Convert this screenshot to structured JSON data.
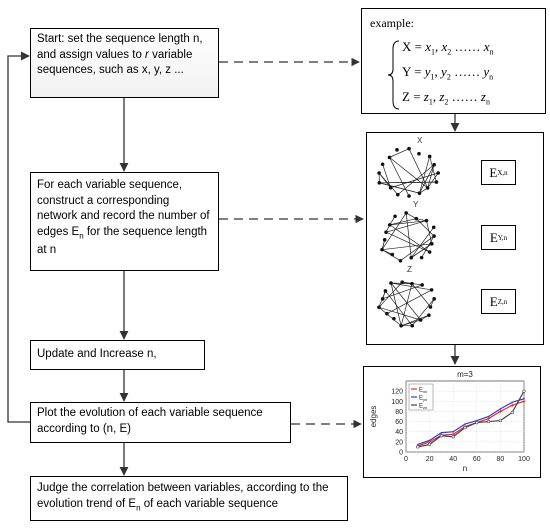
{
  "steps": {
    "start": {
      "prefix": "Start: set the sequence length n, and assign values to ",
      "r": "r",
      "suffix": " variable sequences, such as x, y, z ..."
    },
    "construct": {
      "prefix": "For each variable sequence, construct a corresponding network and record the number of edges E",
      "sub": "n",
      "suffix": " for the sequence length at n"
    },
    "update": "Update and Increase n,",
    "plot": "Plot the evolution of each variable sequence according to (n, E)",
    "judge": {
      "prefix": "Judge the correlation between variables, according to the evolution trend of E",
      "sub": "n",
      "suffix": " of each variable sequence"
    }
  },
  "example": {
    "title": "example:",
    "rows": [
      {
        "name": "X",
        "var": "x",
        "subs": [
          "1",
          "2",
          "n"
        ]
      },
      {
        "name": "Y",
        "var": "y",
        "subs": [
          "1",
          "2",
          "n"
        ]
      },
      {
        "name": "Z",
        "var": "z",
        "subs": [
          "1",
          "2",
          "n"
        ]
      }
    ],
    "eq": "=",
    "dots": "……"
  },
  "networks": [
    {
      "label": "X",
      "edges_label": {
        "main": "E",
        "sub": "X,n"
      }
    },
    {
      "label": "Y",
      "edges_label": {
        "main": "E",
        "sub": "Y,n"
      }
    },
    {
      "label": "Z",
      "edges_label": {
        "main": "E",
        "sub": "Z,n"
      }
    }
  ],
  "chart_data": {
    "type": "line",
    "title": "m=3",
    "xlabel": "n",
    "ylabel": "edges",
    "xlim": [
      0,
      100
    ],
    "ylim": [
      0,
      140
    ],
    "xticks": [
      0,
      20,
      40,
      60,
      80,
      100
    ],
    "yticks": [
      0,
      20,
      40,
      60,
      80,
      100,
      120
    ],
    "grid": true,
    "legend": "top-left",
    "series": [
      {
        "name": "E_xn",
        "color": "#e8302a",
        "marker": "+",
        "x": [
          10,
          20,
          30,
          40,
          50,
          60,
          70,
          80,
          90,
          100
        ],
        "y": [
          12,
          20,
          33,
          35,
          50,
          58,
          66,
          80,
          92,
          100
        ]
      },
      {
        "name": "E_yn",
        "color": "#2f3fd8",
        "marker": "none",
        "x": [
          10,
          20,
          30,
          40,
          50,
          60,
          70,
          80,
          90,
          100
        ],
        "y": [
          15,
          23,
          38,
          40,
          55,
          62,
          70,
          85,
          98,
          105
        ]
      },
      {
        "name": "E_zn",
        "color": "#444444",
        "marker": "o",
        "x": [
          10,
          20,
          30,
          40,
          50,
          60,
          70,
          80,
          90,
          100
        ],
        "y": [
          10,
          15,
          32,
          30,
          48,
          58,
          60,
          62,
          78,
          120
        ]
      }
    ]
  }
}
